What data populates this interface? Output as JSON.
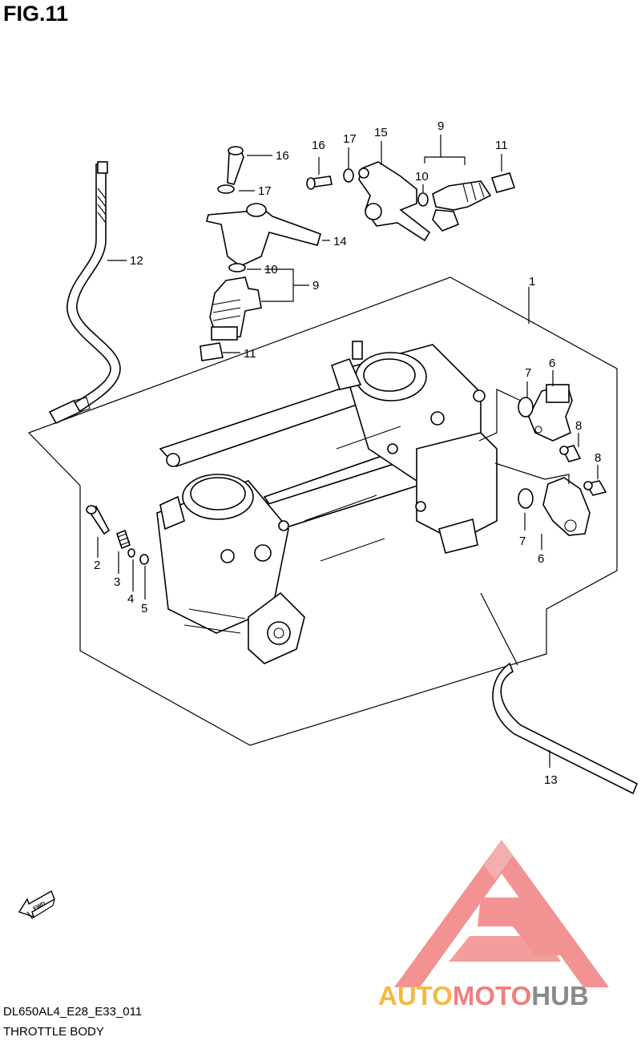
{
  "figure": {
    "label": "FIG.11",
    "diagram_code": "DL650AL4_E28_E33_011",
    "diagram_name": "THROTTLE BODY",
    "fwd_label": "FWD"
  },
  "callouts": {
    "c1": "1",
    "c2": "2",
    "c3": "3",
    "c4": "4",
    "c5": "5",
    "c6a": "6",
    "c6b": "6",
    "c7a": "7",
    "c7b": "7",
    "c8a": "8",
    "c8b": "8",
    "c9a": "9",
    "c9b": "9",
    "c10a": "10",
    "c10b": "10",
    "c11a": "11",
    "c11b": "11",
    "c12": "12",
    "c13": "13",
    "c14": "14",
    "c15": "15",
    "c16": "16",
    "c17a": "17",
    "c17b": "17"
  },
  "watermark": {
    "text_part1": "AUTO",
    "text_part2": "MOTO",
    "text_part3": "HUB",
    "color_orange": "#f4b942",
    "color_red": "#f07f7f",
    "color_gray": "#8a8a8a"
  }
}
